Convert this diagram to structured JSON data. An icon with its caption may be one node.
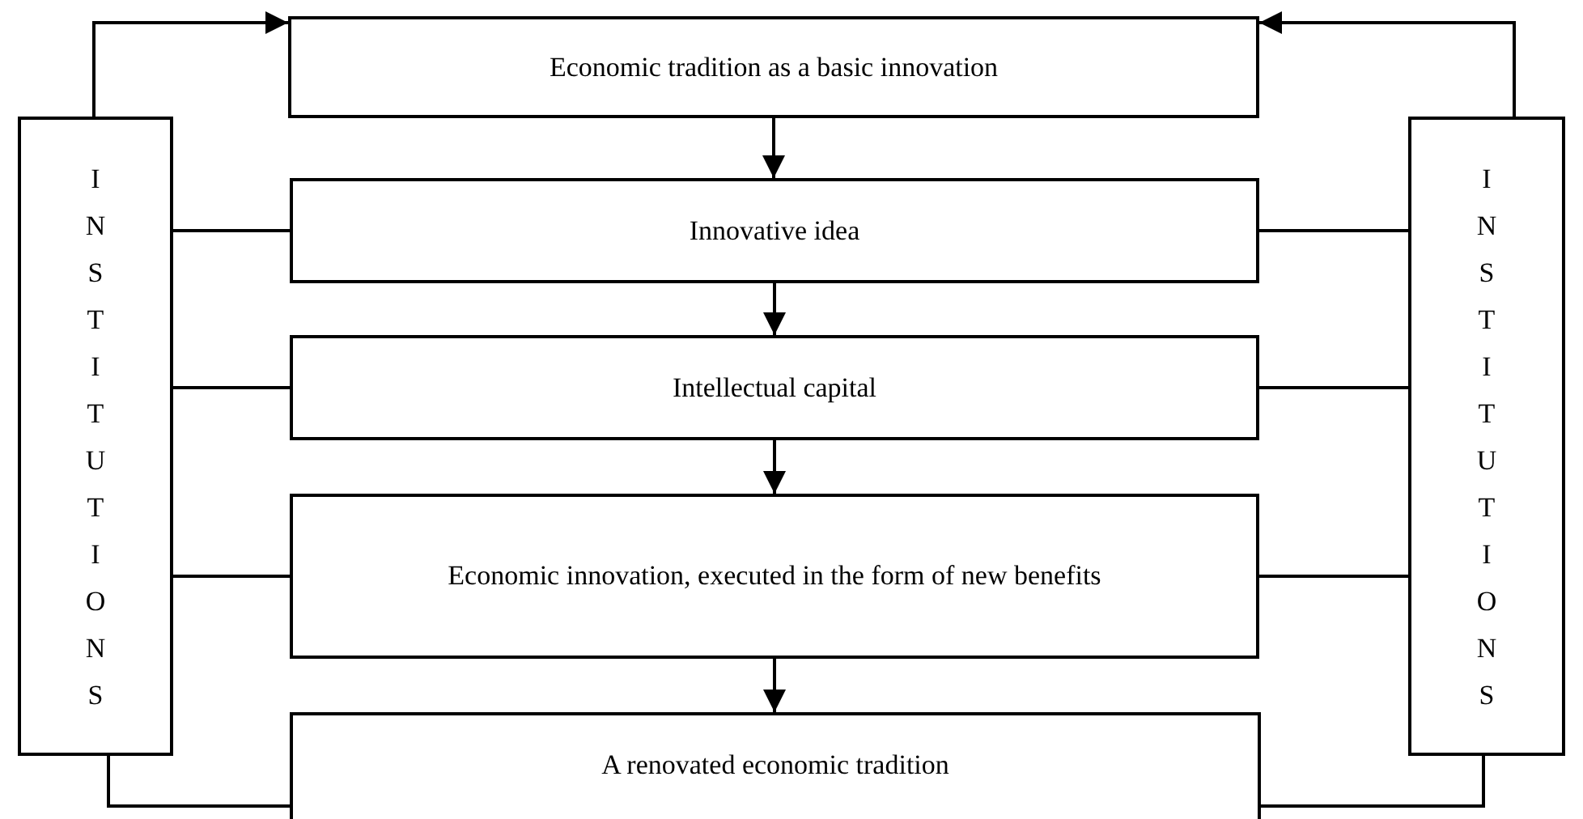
{
  "diagram": {
    "nodes": [
      {
        "text": [
          "Economic tradition as a basic innovation"
        ]
      },
      {
        "text": [
          "INSTITUTIONS"
        ]
      },
      {
        "text": [
          "INSTITUTIONS"
        ]
      },
      {
        "text": [
          "Innovative idea"
        ]
      },
      {
        "text": [
          "Intellectual capital"
        ]
      },
      {
        "text": [
          "Economic innovation, executed in the form of new benefits"
        ]
      },
      {
        "text": [
          "A renovated economic tradition"
        ]
      }
    ],
    "edges": [
      {
        "from": 1,
        "to": 0,
        "arrow": "to"
      },
      {
        "from": 2,
        "to": 0,
        "arrow": "to"
      },
      {
        "from": 0,
        "to": 3,
        "arrow": "to"
      },
      {
        "from": 3,
        "to": 4,
        "arrow": "to"
      },
      {
        "from": 4,
        "to": 5,
        "arrow": "to"
      },
      {
        "from": 5,
        "to": 6,
        "arrow": "to"
      },
      {
        "from": 1,
        "to": 3,
        "arrow": "none"
      },
      {
        "from": 1,
        "to": 4,
        "arrow": "none"
      },
      {
        "from": 1,
        "to": 5,
        "arrow": "none"
      },
      {
        "from": 1,
        "to": 6,
        "arrow": "none"
      },
      {
        "from": 2,
        "to": 3,
        "arrow": "none"
      },
      {
        "from": 2,
        "to": 4,
        "arrow": "none"
      },
      {
        "from": 2,
        "to": 5,
        "arrow": "none"
      },
      {
        "from": 2,
        "to": 6,
        "arrow": "none"
      }
    ]
  }
}
